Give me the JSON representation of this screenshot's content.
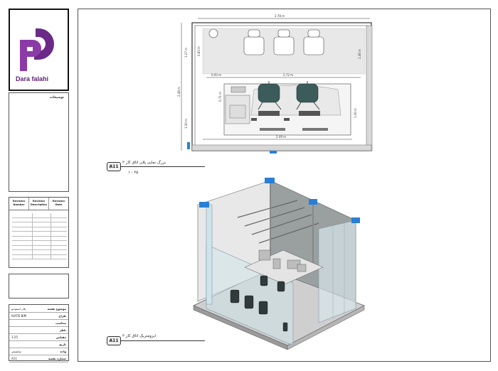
{
  "logo": {
    "brand": "Dara falahi"
  },
  "notes": {
    "title": "توضیحات"
  },
  "revisions": {
    "headers": [
      "Revision Number",
      "Revision Description",
      "Revision Date"
    ],
    "rows": 10
  },
  "info": {
    "rows": [
      {
        "key": "موضوع نقشه",
        "value": "پلان استودیو"
      },
      {
        "key": "طراح",
        "value": "ISATIS BIM"
      },
      {
        "key": "محاسب",
        "value": ""
      },
      {
        "key": "ناظر",
        "value": ""
      },
      {
        "key": "مقیاس",
        "value": "1:25"
      },
      {
        "key": "تاریخ",
        "value": ""
      },
      {
        "key": "واحد",
        "value": "سانتیمتر"
      },
      {
        "key": "شماره نقشه",
        "value": "A11"
      }
    ]
  },
  "plan": {
    "dims": {
      "top": "2.78 m",
      "inner": "2.72 m",
      "left_small": "0.93 m",
      "bottom": "2.49 m",
      "height_total": "2.48 m",
      "left_upper": "1.27 m",
      "left_lower": "1.30 m",
      "mid_a": "0.83 m",
      "mid_b": "1.36 m",
      "right_a": "1.30 m",
      "mid_c": "0.71 m"
    },
    "title": "بزرگ نمایی پلان اتاق کار ۲",
    "tag": "A11",
    "scale": "۱ : ۲۵"
  },
  "iso": {
    "title": "ایزومتریک اتاق کار ۲",
    "tag": "A11"
  },
  "colors": {
    "brand": "#5a1f74",
    "glass": "#cfe3ea",
    "chair": "#3c5b5b",
    "duct": "#2a7fd4"
  }
}
